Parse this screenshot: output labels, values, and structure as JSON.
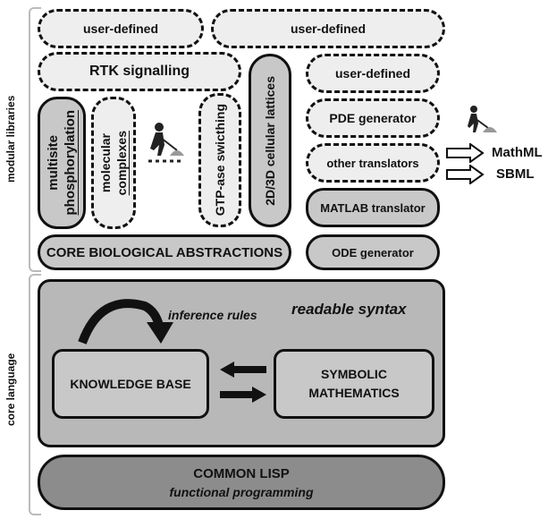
{
  "side_labels": {
    "modular_libraries": "modular libraries",
    "core_language": "core language"
  },
  "top_row": {
    "user_defined_left": "user-defined",
    "user_defined_right": "user-defined"
  },
  "modules": {
    "rtk_signalling": "RTK signalling",
    "user_defined_small": "user-defined",
    "pde_generator": "PDE generator",
    "other_translators": "other translators",
    "matlab_translator": "MATLAB translator",
    "ode_generator": "ODE generator",
    "multisite_line1": "multisite",
    "multisite_line2": "phosphorylation",
    "molecular_line1": "molecular",
    "molecular_line2": "complexes",
    "gtp_ase": "GTP-ase swicthing",
    "lattices": "2D/3D cellular lattices",
    "core_bio": "CORE BIOLOGICAL ABSTRACTIONS"
  },
  "outputs": {
    "mathml": "MathML",
    "sbml": "SBML"
  },
  "core": {
    "readable_syntax": "readable syntax",
    "inference_rules": "inference rules",
    "knowledge_base": "KNOWLEDGE BASE",
    "symbolic_line1": "SYMBOLIC",
    "symbolic_line2": "MATHEMATICS"
  },
  "lisp": {
    "title": "COMMON LISP",
    "subtitle": "functional programming"
  },
  "icons": [
    "worker-shovel-icon",
    "arrow-right-icon",
    "arrow-left-icon",
    "curved-arrow-icon"
  ],
  "colors": {
    "module_fill": "#c8c8c8",
    "dashed_fill": "#eeeeee",
    "core_fill": "#b8b8b8",
    "lisp_fill": "#8c8c8c"
  }
}
